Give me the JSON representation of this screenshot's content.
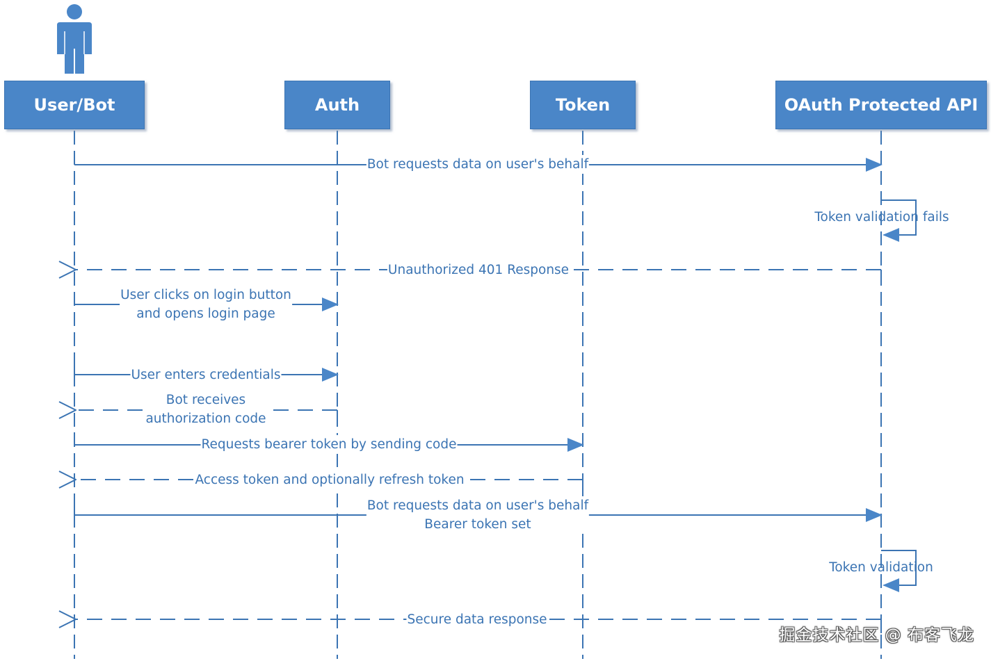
{
  "actors": [
    {
      "id": "user",
      "name": "User/Bot"
    },
    {
      "id": "auth",
      "name": "Auth"
    },
    {
      "id": "token",
      "name": "Token"
    },
    {
      "id": "api",
      "name": "OAuth Protected API"
    }
  ],
  "messages": [
    {
      "from": "user",
      "to": "api",
      "kind": "sync",
      "lines": [
        "Bot requests data on user's behalf"
      ]
    },
    {
      "from": "api",
      "to": "api",
      "kind": "self",
      "lines": [
        "Token validation fails"
      ]
    },
    {
      "from": "api",
      "to": "user",
      "kind": "reply",
      "lines": [
        "Unauthorized 401 Response"
      ]
    },
    {
      "from": "user",
      "to": "auth",
      "kind": "sync",
      "lines": [
        "User clicks on login button",
        "and opens login page"
      ]
    },
    {
      "from": "user",
      "to": "auth",
      "kind": "sync",
      "lines": [
        "User enters credentials"
      ]
    },
    {
      "from": "auth",
      "to": "user",
      "kind": "reply",
      "lines": [
        "Bot receives",
        "authorization code"
      ]
    },
    {
      "from": "user",
      "to": "token",
      "kind": "sync",
      "lines": [
        "Requests bearer token by sending code"
      ]
    },
    {
      "from": "token",
      "to": "user",
      "kind": "reply",
      "lines": [
        "Access token and optionally refresh token"
      ]
    },
    {
      "from": "user",
      "to": "api",
      "kind": "sync",
      "lines": [
        "Bot requests data on user's behalf",
        "Bearer token set"
      ]
    },
    {
      "from": "api",
      "to": "api",
      "kind": "self",
      "lines": [
        "Token validation"
      ]
    },
    {
      "from": "api",
      "to": "user",
      "kind": "reply",
      "lines": [
        "Secure data response"
      ]
    }
  ],
  "colors": {
    "actor_fill": "#4a86c8",
    "line": "#3b74b3",
    "text": "#3b74b3",
    "actor_icon": "#4a86c8"
  },
  "icons": {
    "actor_figure": "person-icon"
  },
  "watermark": "掘金技术社区 @ 布客飞龙"
}
